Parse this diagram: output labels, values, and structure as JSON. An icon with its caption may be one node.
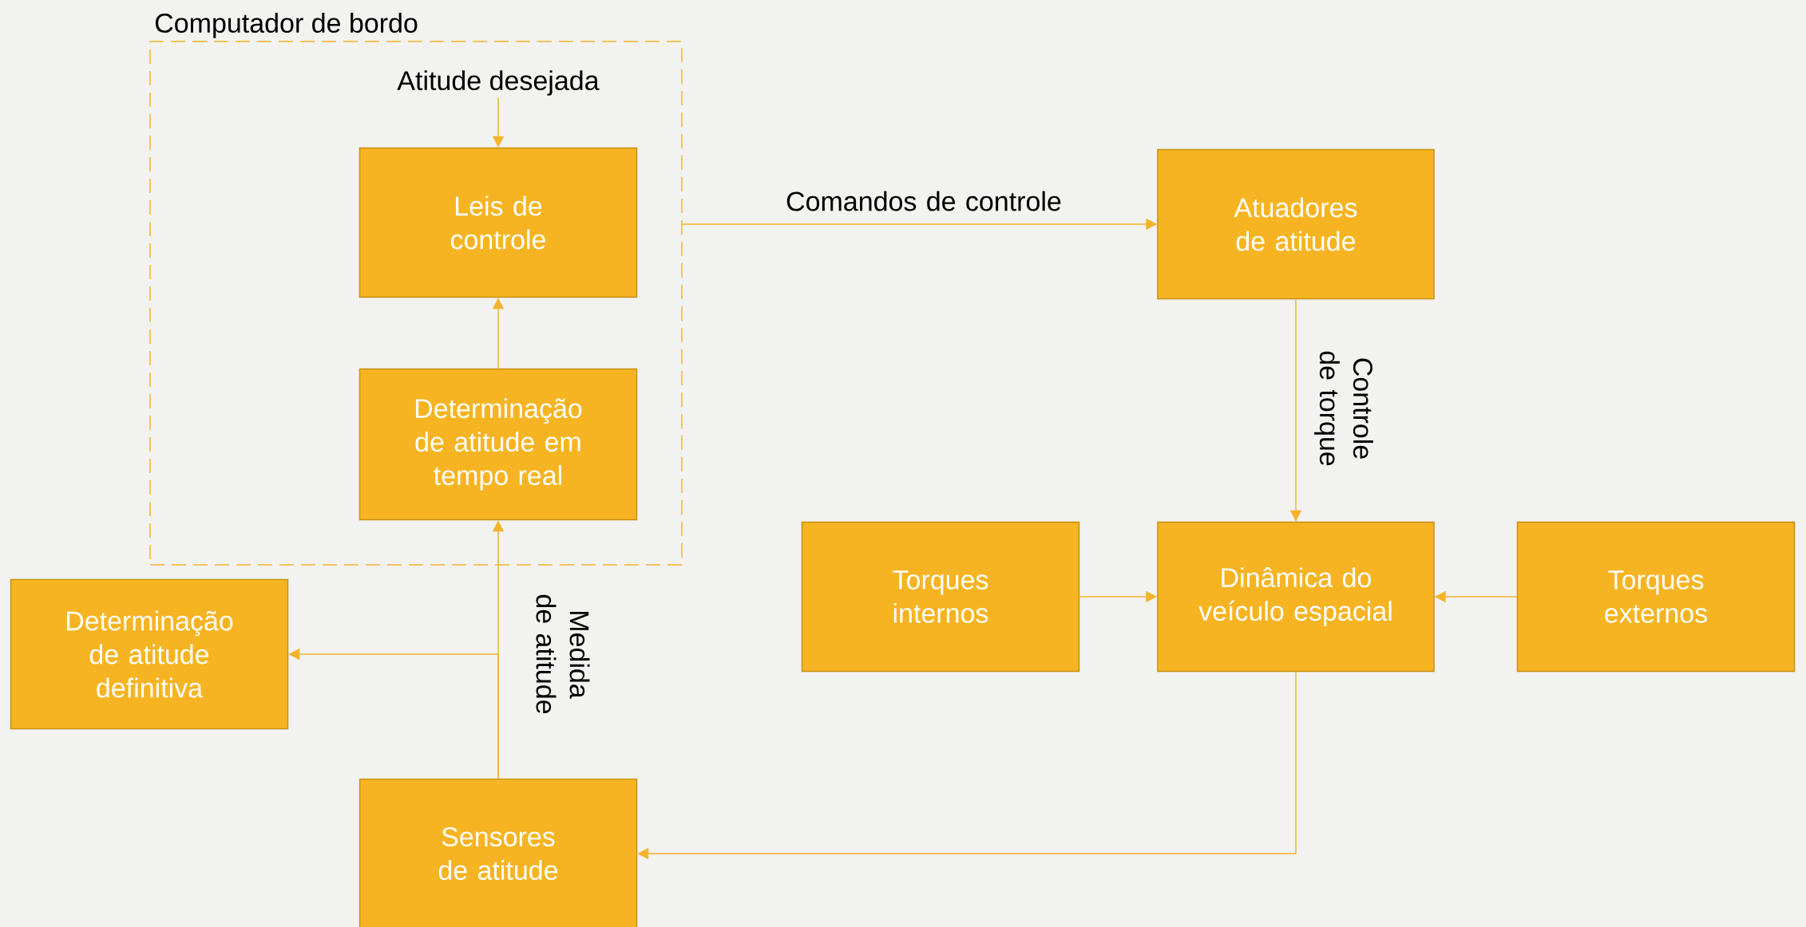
{
  "diagram": {
    "nodes": [
      {
        "text": [
          "Computador de bordo"
        ]
      },
      {
        "text": [
          "Atitude desejada"
        ],
        "in": 0
      },
      {
        "text": [
          "Leis de controle"
        ],
        "in": 0
      },
      {
        "text": [
          "Determinação de atitude em tempo real"
        ],
        "in": 0
      },
      {
        "text": [
          "Atuadores de atitude"
        ]
      },
      {
        "text": [
          "Torques internos"
        ]
      },
      {
        "text": [
          "Dinâmica do veículo espacial"
        ]
      },
      {
        "text": [
          "Torques externos"
        ]
      },
      {
        "text": [
          "Determinação de atitude definitiva"
        ]
      },
      {
        "text": [
          "Sensores de atitude"
        ]
      }
    ],
    "edges": [
      {
        "from": 1,
        "to": 2,
        "arrow": "to"
      },
      {
        "from": 3,
        "to": 2,
        "arrow": "to"
      },
      {
        "from": 0,
        "to": 4,
        "arrow": "to",
        "label": "Comandos de controle"
      },
      {
        "from": 4,
        "to": 6,
        "arrow": "to",
        "label": "Controle de torque"
      },
      {
        "from": 5,
        "to": 6,
        "arrow": "to"
      },
      {
        "from": 7,
        "to": 6,
        "arrow": "to"
      },
      {
        "from": 6,
        "to": 9,
        "arrow": "to"
      },
      {
        "from": 9,
        "to": 3,
        "arrow": "to",
        "label": "Medida de atitude"
      },
      {
        "from": 9,
        "to": 8,
        "arrow": "to"
      }
    ]
  }
}
